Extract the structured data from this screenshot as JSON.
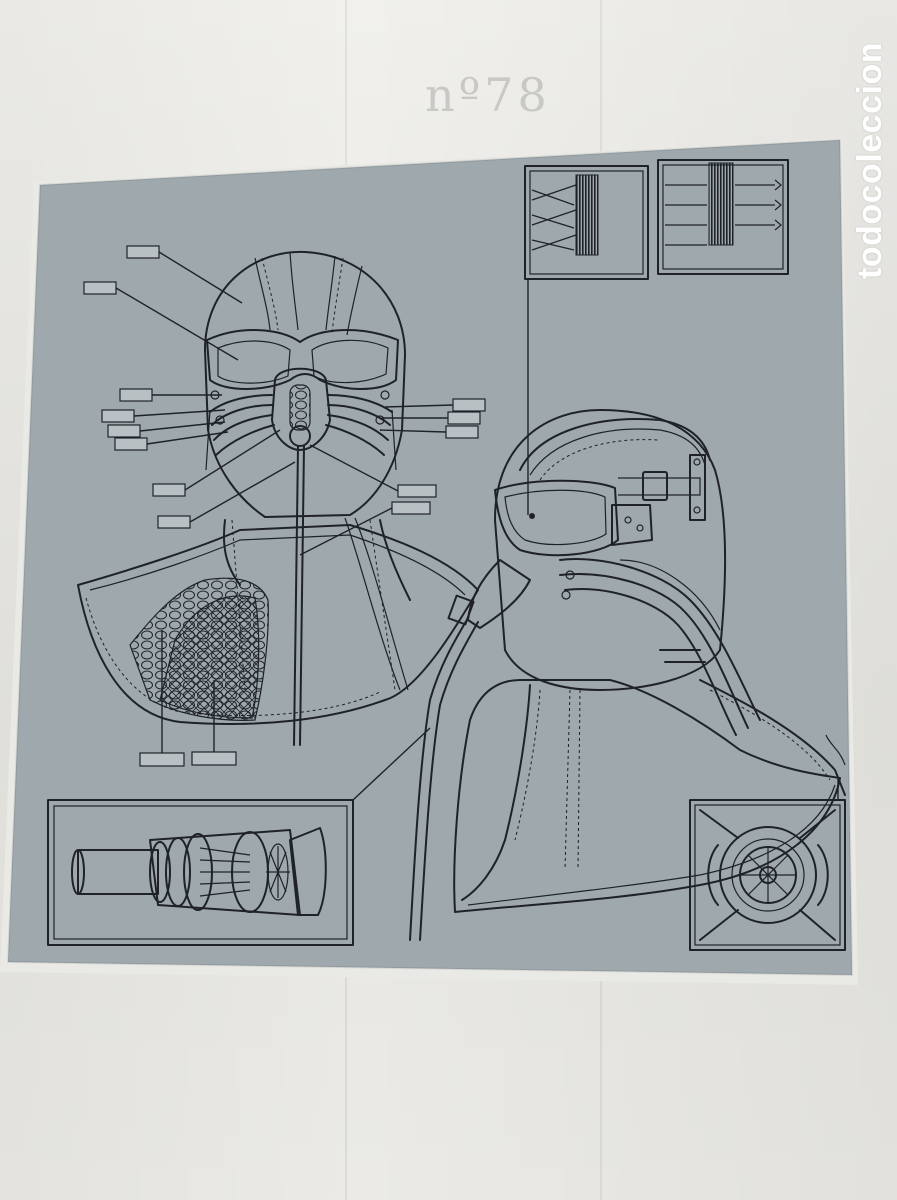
{
  "watermark": {
    "text": "todocoleccion"
  },
  "stamp": {
    "text": "nº78"
  },
  "colors": {
    "paper": "#9fa9ae",
    "ink": "#1f2328",
    "cloth": "#ecebe6",
    "label_box": "#b9c0c4"
  },
  "figures": [
    {
      "name": "pressure-helmet-front-view"
    },
    {
      "name": "pressure-helmet-side-view"
    },
    {
      "name": "visor-glass-detail-insets"
    },
    {
      "name": "valve-cutaway-inset"
    },
    {
      "name": "breathing-valve-inset"
    }
  ]
}
